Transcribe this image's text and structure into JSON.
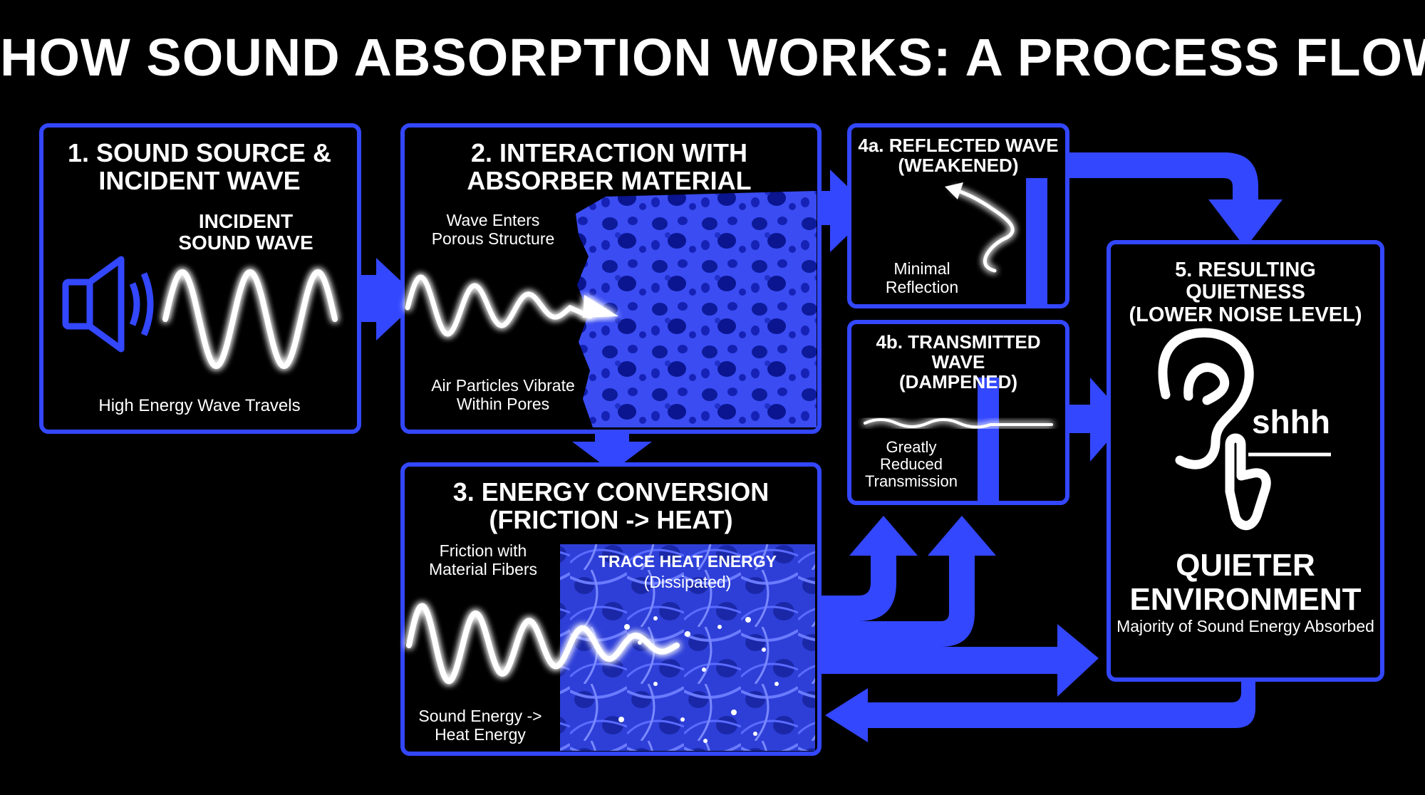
{
  "title": "HOW SOUND ABSORPTION WORKS: A PROCESS FLOW",
  "colors": {
    "accent": "#3347ff",
    "foam": "#3a4cf2",
    "background": "#000000",
    "wave": "#ffffff"
  },
  "steps": {
    "s1": {
      "title": "1. SOUND SOURCE &\nINCIDENT WAVE",
      "wave_label": "INCIDENT\nSOUND WAVE",
      "caption": "High Energy Wave Travels",
      "icon": "speaker-icon"
    },
    "s2": {
      "title": "2. INTERACTION WITH\nABSORBER MATERIAL",
      "enter_label": "Wave Enters\nPorous Structure",
      "vibrate_label": "Air Particles Vibrate\nWithin Pores",
      "image": "porous-foam-block"
    },
    "s3": {
      "title": "3. ENERGY CONVERSION\n(FRICTION -> HEAT)",
      "friction_label": "Friction with\nMaterial Fibers",
      "heat_label": "TRACE HEAT ENERGY",
      "heat_sub": "(Dissipated)",
      "conversion_label": "Sound Energy ->\nHeat Energy",
      "image": "fiber-network"
    },
    "s4a": {
      "title": "4a. REFLECTED WAVE\n(WEAKENED)",
      "caption": "Minimal\nReflection"
    },
    "s4b": {
      "title": "4b. TRANSMITTED WAVE\n(DAMPENED)",
      "caption": "Greatly\nReduced\nTransmission"
    },
    "s5": {
      "title": "5. RESULTING QUIETNESS\n(LOWER NOISE LEVEL)",
      "shhh": "shhh",
      "result": "QUIETER\nENVIRONMENT",
      "caption": "Majority of Sound Energy Absorbed",
      "icon": "ear-shush-icon"
    }
  }
}
